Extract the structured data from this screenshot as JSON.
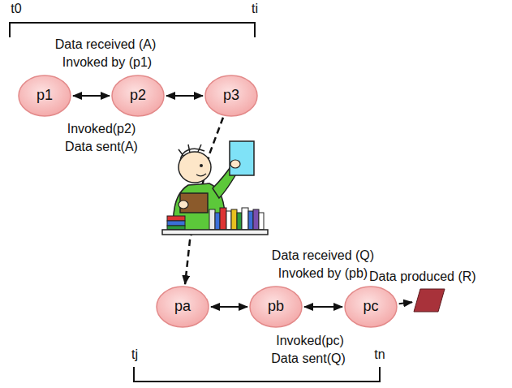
{
  "diagram": {
    "nodes": [
      {
        "text": [
          "p1"
        ]
      },
      {
        "text": [
          "p2"
        ]
      },
      {
        "text": [
          "p3"
        ]
      },
      {
        "text": [
          "pa"
        ]
      },
      {
        "text": [
          "pb"
        ]
      },
      {
        "text": [
          "pc"
        ]
      },
      {
        "text": [
          "Data produced (R)"
        ]
      }
    ],
    "edges": [
      {
        "from": 0,
        "to": 1,
        "arrow": "both"
      },
      {
        "from": 1,
        "to": 2,
        "arrow": "both"
      },
      {
        "from": 2,
        "to": 3,
        "arrow": "to"
      },
      {
        "from": 3,
        "to": 4,
        "arrow": "both"
      },
      {
        "from": 4,
        "to": 5,
        "arrow": "both"
      },
      {
        "from": 5,
        "to": 6,
        "arrow": "to"
      }
    ],
    "labels": [
      "t0",
      "ti",
      "Data received (A)",
      "Invoked by (p1)",
      "Invoked(p2)",
      "Data sent(A)",
      "Data received (Q)",
      "Invoked by (pb)",
      "Invoked(pc)",
      "Data sent(Q)",
      "tj",
      "tn"
    ]
  }
}
